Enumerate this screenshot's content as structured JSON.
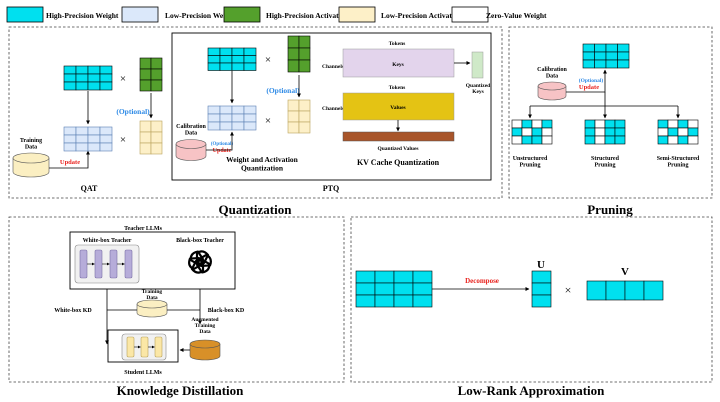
{
  "colors": {
    "high_precision_weight": "#00e0ef",
    "low_precision_weight": "#dbe8fa",
    "high_precision_activation": "#54a02c",
    "low_precision_activation": "#fdf0c8",
    "zero_value_weight": "#ffffff",
    "update_red": "#e8231e",
    "optional_blue": "#2e8ae6",
    "keys_purple": "#e3d4ec",
    "values_yellow": "#e4c314",
    "quantized_values_brown": "#a8552a",
    "quantized_keys_green": "#cfe9c8",
    "data_disk_pink": "#f7c3c5",
    "data_disk_yellow": "#fbefc2",
    "data_disk_orange": "#d89028"
  },
  "legend": [
    {
      "label": "High-Precision Weight"
    },
    {
      "label": "Low-Precision Weight"
    },
    {
      "label": "High-Precision Activation"
    },
    {
      "label": "Low-Precision Activation"
    },
    {
      "label": "Zero-Value Weight"
    }
  ],
  "quantization": {
    "title": "Quantization",
    "qat": {
      "label": "QAT",
      "training_data": "Training\nData",
      "update": "Update",
      "optional": "(Optional)",
      "times": "×"
    },
    "ptq": {
      "label": "PTQ",
      "calibration_data": "Calibration\nData",
      "optional_small": "(Optional)",
      "update": "Update",
      "optional": "(Optional)",
      "weight_activation": "Weight and Activation\nQuantization",
      "times": "×",
      "tokens_keys": "Tokens",
      "channels_keys": "Channels",
      "keys": "Keys",
      "quantized_keys": "Quantized\nKeys",
      "tokens_values": "Tokens",
      "channels_values": "Channels",
      "values": "Values",
      "quantized_values": "Quantized Values",
      "kv_cache": "KV Cache Quantization"
    }
  },
  "pruning": {
    "title": "Pruning",
    "calibration_data": "Calibration\nData",
    "optional": "(Optional)",
    "update": "Update",
    "unstructured": "Unstructured\nPruning",
    "structured": "Structured\nPruning",
    "semi_structured": "Semi-Structured\nPruning"
  },
  "distillation": {
    "title": "Knowledge Distillation",
    "teacher_llms": "Teacher LLMs",
    "white_box_teacher": "White-box Teacher",
    "black_box_teacher": "Black-box Teacher",
    "training_data": "Training\nData",
    "white_box_kd": "White-box KD",
    "black_box_kd": "Black-box KD",
    "augmented_data": "Augmented\nTraining\nData",
    "student_llms": "Student LLMs"
  },
  "low_rank": {
    "title": "Low-Rank Approximation",
    "decompose": "Decompose",
    "u": "U",
    "v": "V",
    "times": "×"
  }
}
